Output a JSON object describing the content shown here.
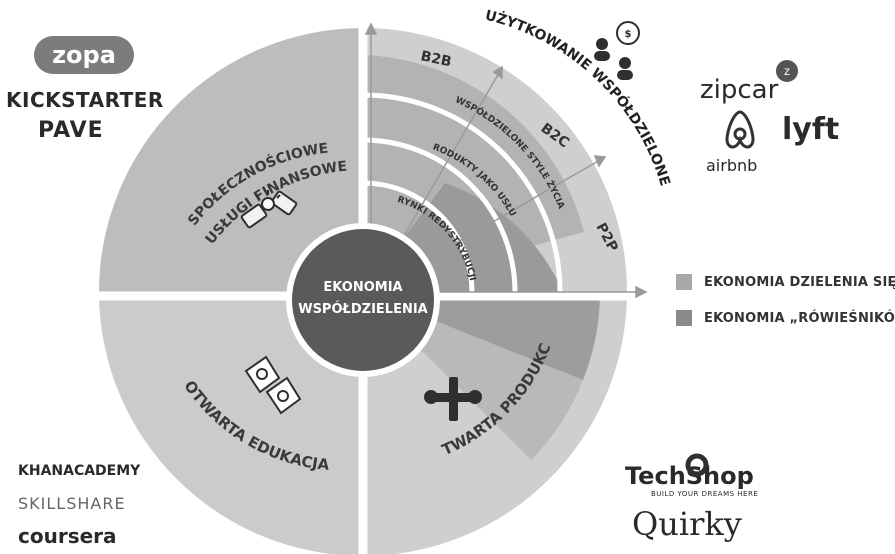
{
  "center_label": [
    "EKONOMIA",
    "WSPÓŁDZIELENIA"
  ],
  "quadrants": {
    "top_left": [
      "SPOŁECZNOŚCIOWE",
      "USŁUGI FINANSOWE"
    ],
    "bottom_left": "OTWARTA EDUKACJA",
    "bottom_right": "OTWARTA PRODUKCJA",
    "top_right_title": "UŻYTKOWANIE WSPÓŁDZIELONE"
  },
  "rings": [
    "WSPÓŁDZIELONE STYLE ŻYCIA",
    "PRODUKTY JAKO USŁUGI",
    "RYNKI REDYSTRYBUCJI"
  ],
  "axis_labels": [
    "B2B",
    "B2C",
    "P2P"
  ],
  "legend": [
    {
      "label": "EKONOMIA DZIELENIA SIĘ",
      "color": "#a9a9a9"
    },
    {
      "label": "EKONOMIA „RÓWIEŚNIKÓW”",
      "color": "#8a8a8a"
    }
  ],
  "logos": {
    "finance": [
      "zopa",
      "KICKSTARTER",
      "PAVE"
    ],
    "mobility": [
      "zipcar",
      "airbnb",
      "lyft"
    ],
    "education": [
      "KHANACADEMY",
      "SKILLSHARE",
      "coursera"
    ],
    "production": [
      "TechShop",
      "BUILD YOUR DREAMS HERE",
      "Quirky"
    ]
  },
  "colors": {
    "sector_light": "#c9c9c9",
    "sector_dark": "#a9a9a9",
    "peer": "#8a8a8a",
    "center": "#5a5a5a",
    "line": "#ffffff"
  },
  "icons": [
    "handshake-bulb-icon",
    "people-money-icon",
    "heads-gears-icon",
    "tools-icon"
  ]
}
